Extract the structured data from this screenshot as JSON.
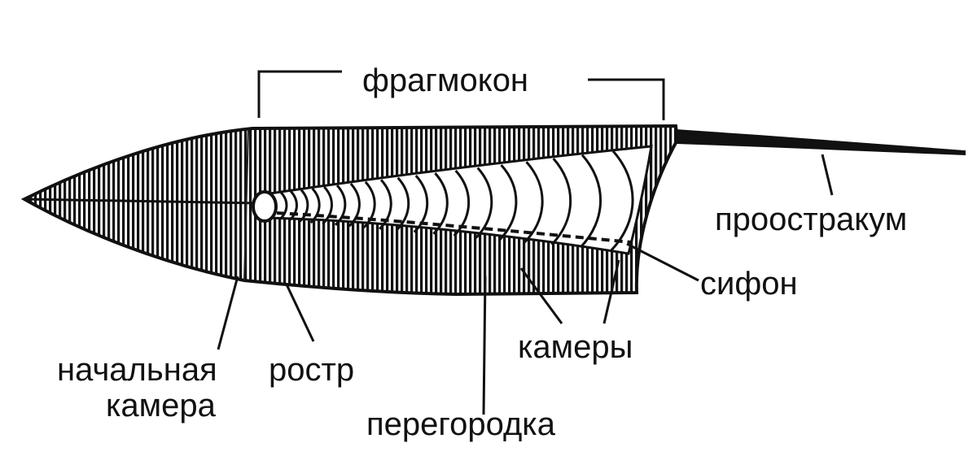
{
  "diagram": {
    "labels": {
      "phragmocone": "фрагмокон",
      "proostracum": "проостракум",
      "siphon": "сифон",
      "chambers": "камеры",
      "septum": "перегородка",
      "rostrum": "ростр",
      "initial_chamber_line1": "начальная",
      "initial_chamber_line2": "камера"
    },
    "colors": {
      "ink": "#111111",
      "background": "#ffffff"
    }
  }
}
